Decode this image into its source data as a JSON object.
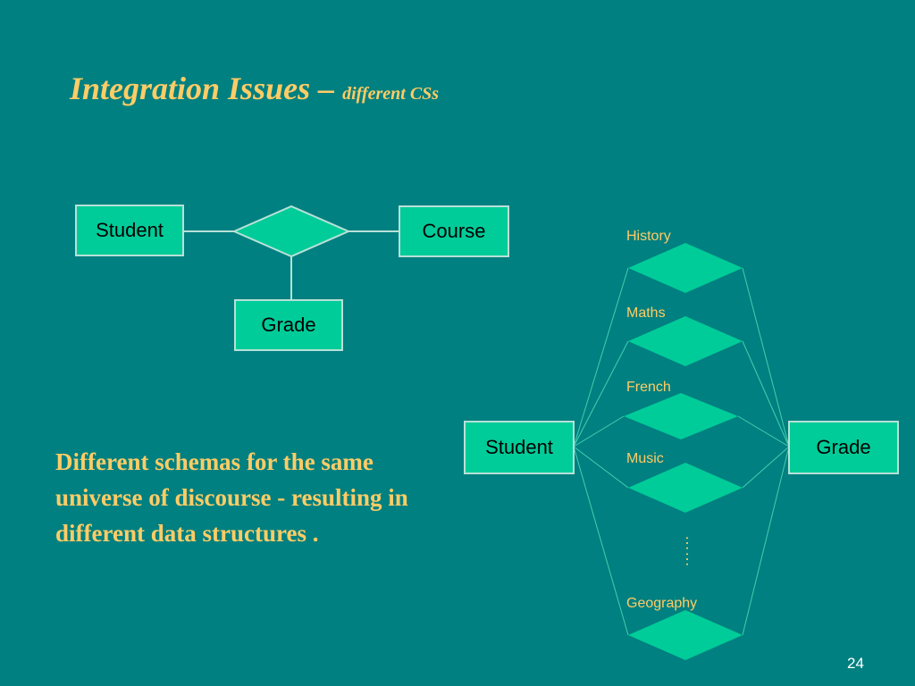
{
  "slide": {
    "title_main": "Integration Issues –",
    "title_sub": "different CSs",
    "body": "Different schemas for the same universe of discourse - resulting in different data structures .",
    "page_number": "24",
    "colors": {
      "background": "#008080",
      "shape_fill": "#00cc99",
      "text_accent": "#ffcc66",
      "line": "#b8e0d8"
    }
  },
  "diagram_left": {
    "entities": {
      "student": "Student",
      "course": "Course",
      "grade": "Grade"
    }
  },
  "diagram_right": {
    "entities": {
      "student": "Student",
      "grade": "Grade"
    },
    "relationships": [
      "History",
      "Maths",
      "French",
      "Music",
      "Geography"
    ],
    "ellipsis": "……"
  }
}
